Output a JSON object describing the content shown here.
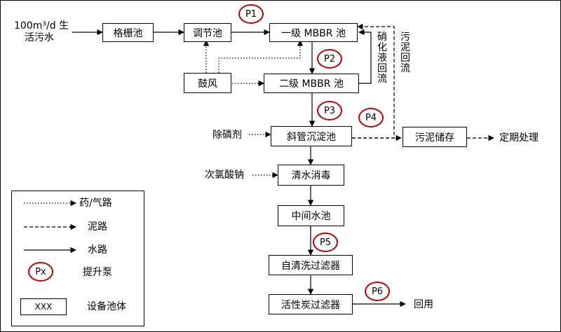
{
  "input": {
    "line1": "100m³/d 生",
    "line2": "活污水"
  },
  "units": {
    "grid": "格栅池",
    "regulation": "调节池",
    "mbbr1": "一级 MBBR 池",
    "mbbr2": "二级 MBBR 池",
    "blower": "鼓风",
    "settler": "斜管沉淀池",
    "disinfection": "清水消毒",
    "intermediate": "中间水池",
    "self_clean_filter": "自清洗过滤器",
    "carbon_filter": "活性炭过滤器",
    "sludge_storage": "污泥储存"
  },
  "pumps": [
    "P1",
    "P2",
    "P3",
    "P4",
    "P5",
    "P6"
  ],
  "side_labels": {
    "nitrate_return": "硝化液回流",
    "sludge_return": "污泥回流",
    "phos_agent": "除磷剂",
    "hypochlorite": "次氯酸钠",
    "regular_disposal": "定期处理",
    "reuse": "回用"
  },
  "legend": {
    "items": [
      {
        "symbol": "dotted-arrow",
        "label": "药/气路"
      },
      {
        "symbol": "dashed-arrow",
        "label": "泥路"
      },
      {
        "symbol": "solid-arrow",
        "label": "水路"
      },
      {
        "symbol": "pump-circle",
        "pump_text": "Px",
        "label": "提升泵"
      },
      {
        "symbol": "unit-box",
        "box_text": "XXX",
        "label": "设备池体"
      }
    ]
  },
  "colors": {
    "pump": "#c00000",
    "line": "#000000"
  }
}
